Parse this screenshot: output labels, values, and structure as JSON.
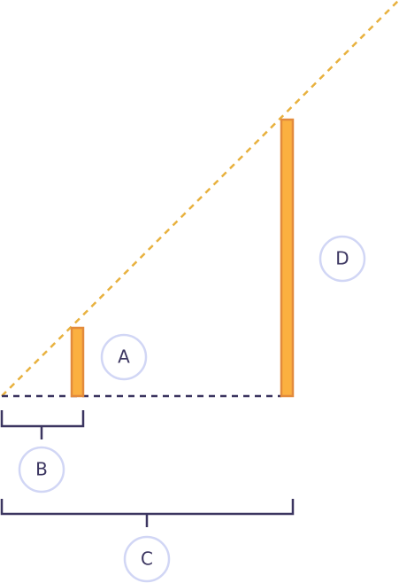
{
  "labels": {
    "a": "A",
    "b": "B",
    "c": "C",
    "d": "D"
  },
  "colors": {
    "bar_fill": "#FBB040",
    "bar_stroke": "#E38B3C",
    "sightline": "#E8B13E",
    "ground": "#3b3560",
    "bracket": "#3b3560",
    "circle_stroke": "#D1D6F5",
    "label_text": "#3b3560",
    "background": "#ffffff"
  }
}
